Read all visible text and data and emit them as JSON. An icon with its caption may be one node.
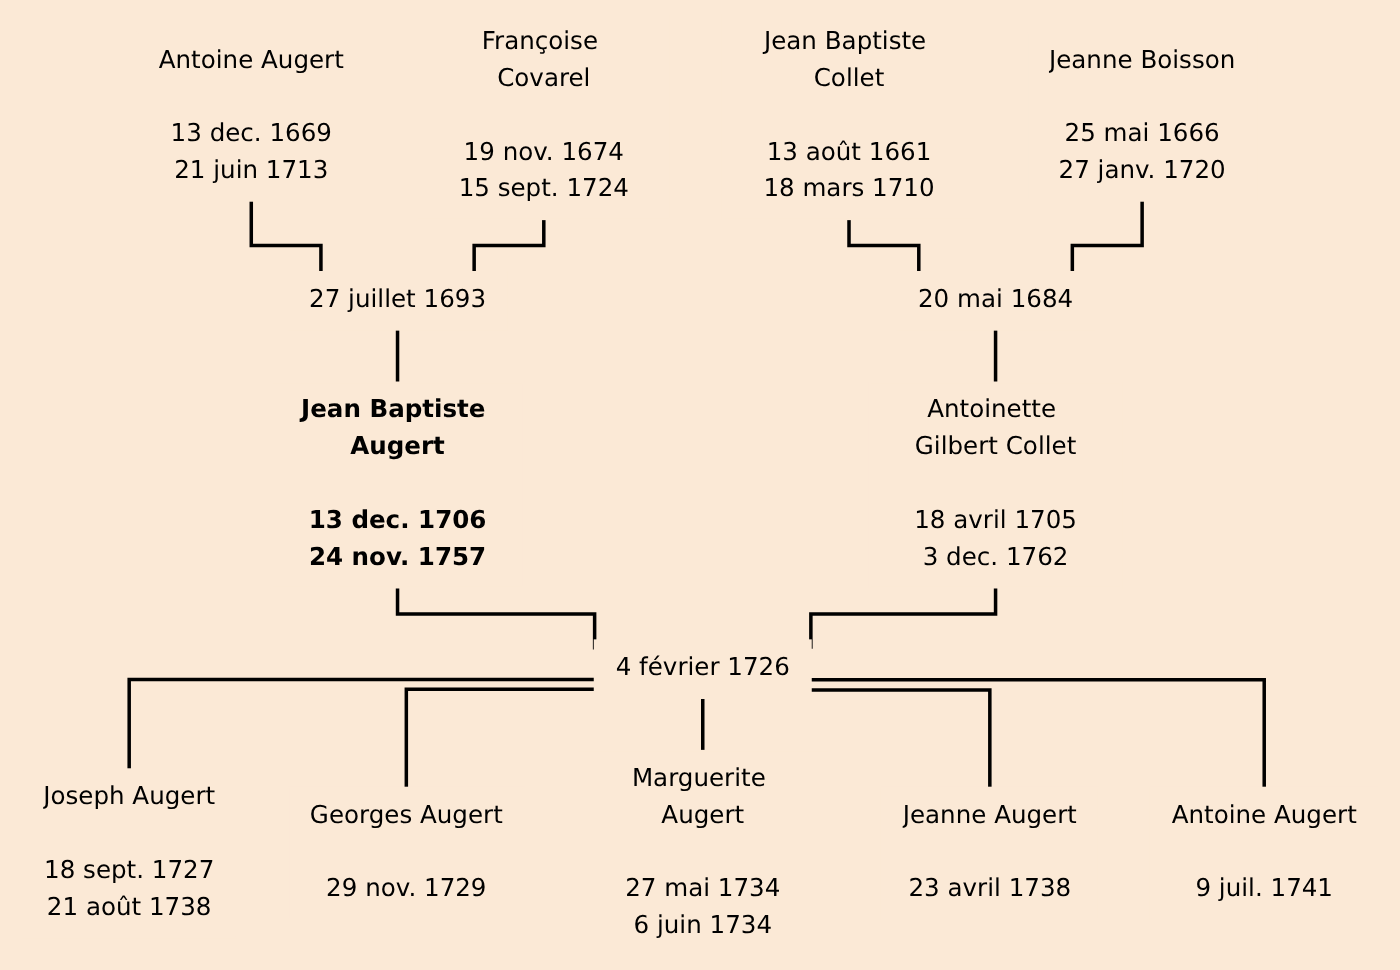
{
  "diagram": {
    "nodes": [
      {
        "text": [
          "Antoine Augert",
          "13 dec. 1669",
          "21 juin 1713"
        ]
      },
      {
        "text": [
          "Françoise Covarel",
          "19 nov. 1674",
          "15 sept. 1724"
        ]
      },
      {
        "text": [
          "Jean Baptiste Collet",
          "13 août 1661",
          "18 mars 1710"
        ]
      },
      {
        "text": [
          "Jeanne Boisson",
          "25 mai 1666",
          "27 janv. 1720"
        ]
      },
      {
        "text": [
          "27 juillet 1693"
        ]
      },
      {
        "text": [
          "20 mai 1684"
        ]
      },
      {
        "text": [
          "Jean Baptiste Augert",
          "13 dec. 1706",
          "24 nov. 1757"
        ]
      },
      {
        "text": [
          "Antoinette Gilbert Collet",
          "18 avril 1705",
          "3 dec. 1762"
        ]
      },
      {
        "text": [
          "4 février 1726"
        ]
      },
      {
        "text": [
          "Joseph Augert",
          "18 sept. 1727",
          "21 août 1738"
        ]
      },
      {
        "text": [
          "Georges Augert",
          "29 nov. 1729"
        ]
      },
      {
        "text": [
          "Marguerite Augert",
          "27 mai 1734",
          "6 juin 1734"
        ]
      },
      {
        "text": [
          "Jeanne Augert",
          "23 avril 1738"
        ]
      },
      {
        "text": [
          "Antoine Augert",
          "9 juil. 1741"
        ]
      }
    ],
    "edges": [
      {
        "from": 0,
        "to": 4,
        "arrow": "none"
      },
      {
        "from": 1,
        "to": 4,
        "arrow": "none"
      },
      {
        "from": 4,
        "to": 6,
        "arrow": "none"
      },
      {
        "from": 2,
        "to": 5,
        "arrow": "none"
      },
      {
        "from": 3,
        "to": 5,
        "arrow": "none"
      },
      {
        "from": 5,
        "to": 7,
        "arrow": "none"
      },
      {
        "from": 6,
        "to": 8,
        "arrow": "none"
      },
      {
        "from": 7,
        "to": 8,
        "arrow": "none"
      },
      {
        "from": 8,
        "to": 9,
        "arrow": "none"
      },
      {
        "from": 8,
        "to": 10,
        "arrow": "none"
      },
      {
        "from": 8,
        "to": 11,
        "arrow": "none"
      },
      {
        "from": 8,
        "to": 12,
        "arrow": "none"
      },
      {
        "from": 8,
        "to": 13,
        "arrow": "none"
      }
    ]
  }
}
